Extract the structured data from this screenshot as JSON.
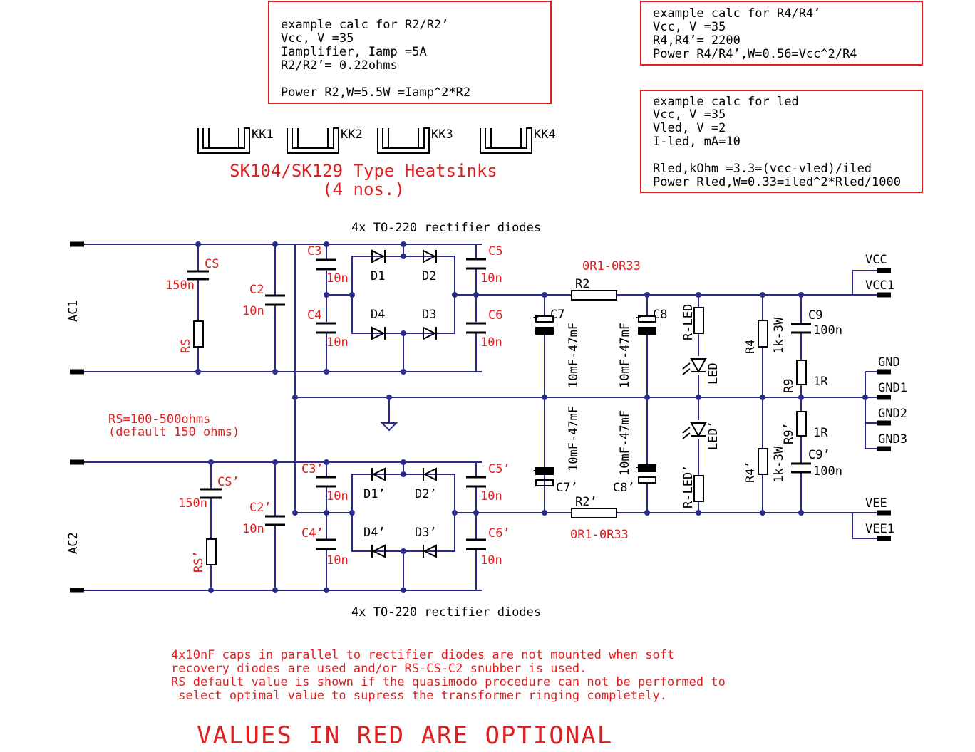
{
  "calc_boxes": {
    "r2": [
      "example calc for R2/R2’",
      "Vcc, V =35",
      "Iamplifier, Iamp =5A",
      "R2/R2’= 0.22ohms",
      "",
      "Power R2,W=5.5W =Iamp^2*R2"
    ],
    "r4": [
      "example calc for R4/R4’",
      "Vcc, V =35",
      "R4,R4’= 2200",
      "Power R4/R4’,W=0.56=Vcc^2/R4"
    ],
    "led": [
      "example calc for led",
      "Vcc, V =35",
      "Vled, V =2",
      "I-led, mA=10",
      "",
      "Rled,kOhm =3.3=(vcc-vled)/iled",
      "Power Rled,W=0.33=iled^2*Rled/1000"
    ]
  },
  "heatsinks": {
    "labels": [
      "KK1",
      "KK2",
      "KK3",
      "KK4"
    ],
    "title": "SK104/SK129 Type Heatsinks",
    "subtitle": "(4 nos.)"
  },
  "bridge_caption": "4x TO-220 rectifier diodes",
  "inputs": {
    "ac1": "AC1",
    "ac2": "AC2"
  },
  "outputs": {
    "vcc": "VCC",
    "vcc1": "VCC1",
    "gnd": "GND",
    "gnd1": "GND1",
    "gnd2": "GND2",
    "gnd3": "GND3",
    "vee": "VEE",
    "vee1": "VEE1"
  },
  "components": {
    "cs": "CS",
    "cs_val": "150n",
    "rs": "RS",
    "c2": "C2",
    "c2_val": "10n",
    "c3": "C3",
    "c4": "C4",
    "c5": "C5",
    "c6": "C6",
    "cap_val": "10n",
    "d1": "D1",
    "d2": "D2",
    "d3": "D3",
    "d4": "D4",
    "r2": "R2",
    "r2_val": "0R1-0R33",
    "c7": "C7",
    "c8": "C8",
    "elec_val": "10mF-47mF",
    "rled": "R-LED",
    "led": "LED",
    "r4": "R4",
    "r4_val": "1k-3W",
    "c9": "C9",
    "c9_val": "100n",
    "r9": "R9",
    "r9_val": "1R",
    "cs_p": "CS’",
    "rs_p": "RS’",
    "c2_p": "C2’",
    "c3_p": "C3’",
    "c4_p": "C4’",
    "c5_p": "C5’",
    "c6_p": "C6’",
    "d1_p": "D1’",
    "d2_p": "D2’",
    "d3_p": "D3’",
    "d4_p": "D4’",
    "r2_p": "R2’",
    "c7_p": "C7’",
    "c8_p": "C8’",
    "rled_p": "R-LED’",
    "led_p": "LED’",
    "r4_p": "R4’",
    "c9_p": "C9’",
    "r9_p": "R9’"
  },
  "rs_note": [
    "RS=100-500ohms",
    "(default 150 ohms)"
  ],
  "footnote": [
    "4x10nF caps in parallel to rectifier diodes are not mounted when soft",
    "recovery diodes are used and/or RS-CS-C2 snubber is used.",
    "RS default value is shown if the quasimodo procedure can not be performed to",
    " select optimal value to supress the transformer ringing completely."
  ],
  "banner": "VALUES IN RED ARE OPTIONAL",
  "colors": {
    "wire": "#2b2b8c",
    "annotation": "#e02020",
    "component": "#000000"
  }
}
